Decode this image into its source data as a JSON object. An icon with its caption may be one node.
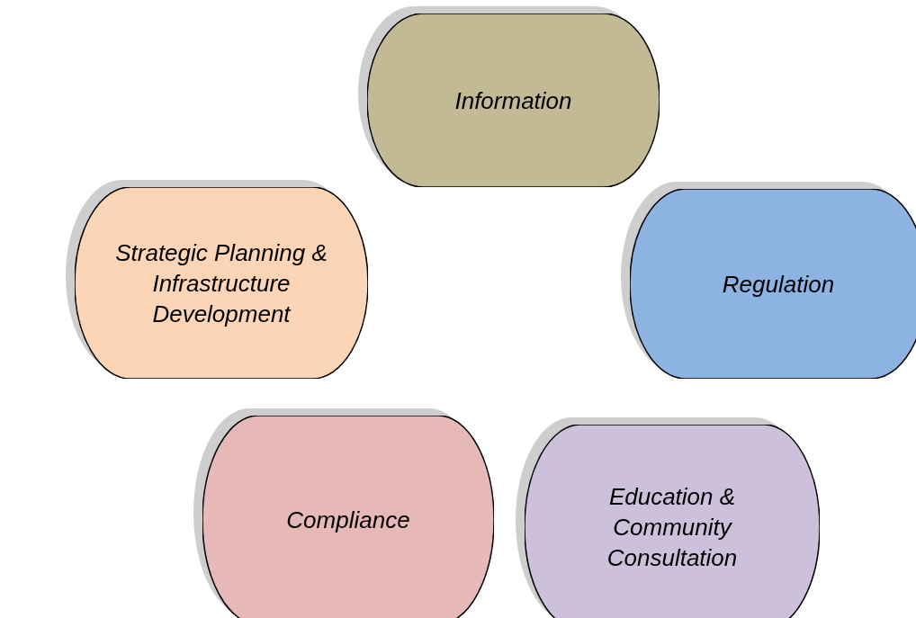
{
  "diagram": {
    "nodes": [
      {
        "text": [
          "Information"
        ]
      },
      {
        "text": [
          "Strategic Planning & Infrastructure Development"
        ]
      },
      {
        "text": [
          "Regulation"
        ]
      },
      {
        "text": [
          "Compliance"
        ]
      },
      {
        "text": [
          "Education & Community Consultation"
        ]
      }
    ]
  }
}
